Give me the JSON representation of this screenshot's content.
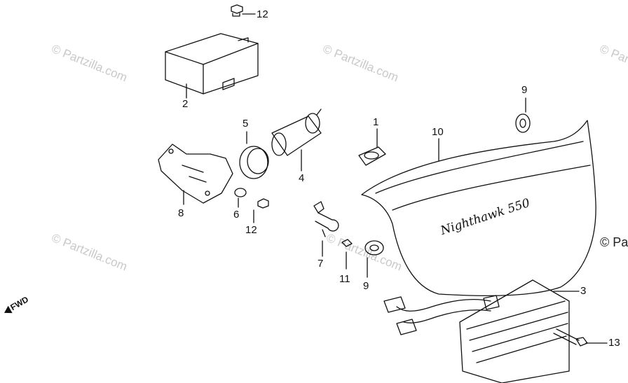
{
  "watermarks": {
    "text": "© Partzilla.com",
    "edge_text": "© Pa"
  },
  "fwd_label": "FWD",
  "callouts": {
    "c1": "1",
    "c2": "2",
    "c3": "3",
    "c4": "4",
    "c5": "5",
    "c6": "6",
    "c7": "7",
    "c8": "8",
    "c9a": "9",
    "c9b": "9",
    "c10": "10",
    "c11": "11",
    "c12a": "12",
    "c12b": "12",
    "c13": "13"
  },
  "cover_logo": "Nighthawk 550"
}
